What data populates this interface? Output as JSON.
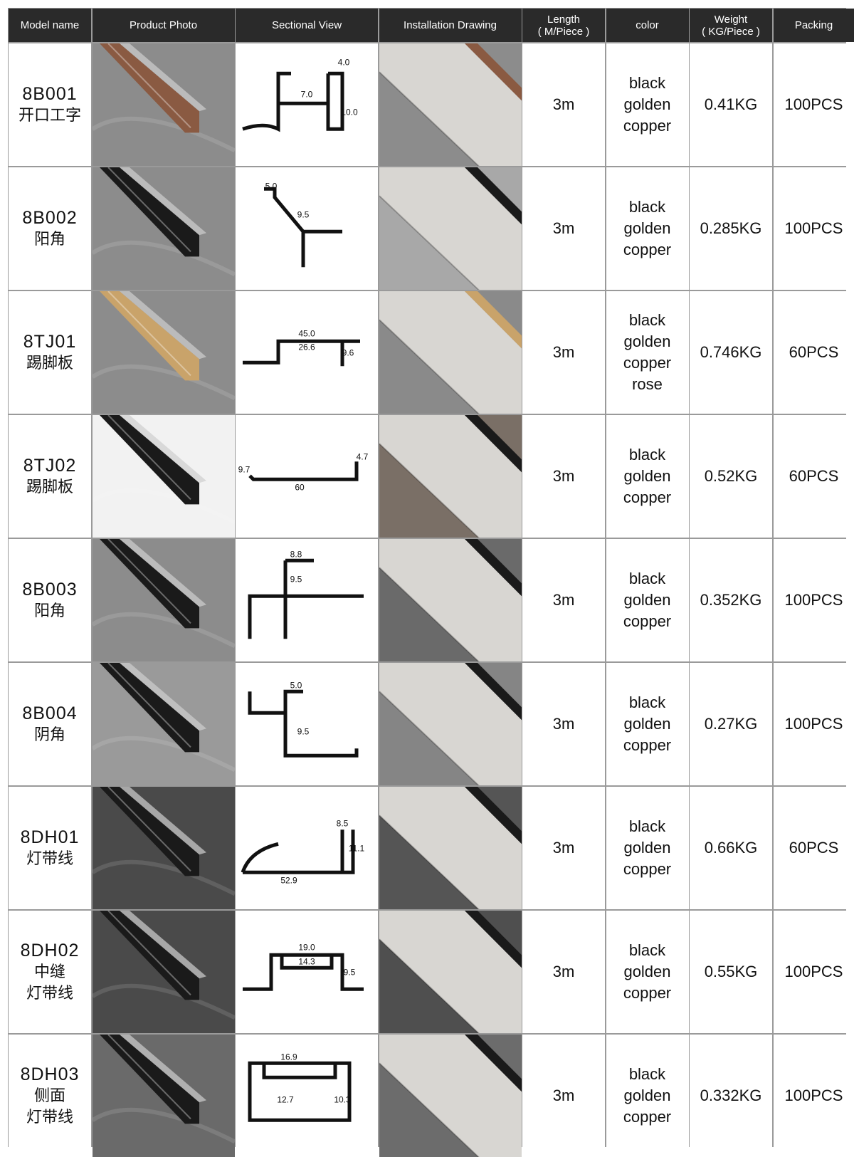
{
  "header": {
    "model_name": "Model name",
    "product_photo": "Product Photo",
    "sectional_view": "Sectional View",
    "installation_drawing": "Installation Drawing",
    "length": "Length\n( M/Piece )",
    "color": "color",
    "weight": "Weight\n( KG/Piece )",
    "packing": "Packing"
  },
  "rows": [
    {
      "code": "8B001",
      "cn": [
        "开口工字"
      ],
      "length": "3m",
      "colors": [
        "black",
        "golden",
        "copper"
      ],
      "weight": "0.41KG",
      "packing": "100PCS",
      "dims": [
        "4.0",
        "7.0",
        "10.0"
      ]
    },
    {
      "code": "8B002",
      "cn": [
        "阳角"
      ],
      "length": "3m",
      "colors": [
        "black",
        "golden",
        "copper"
      ],
      "weight": "0.285KG",
      "packing": "100PCS",
      "dims": [
        "5.0",
        "9.5"
      ]
    },
    {
      "code": "8TJ01",
      "cn": [
        "踢脚板"
      ],
      "length": "3m",
      "colors": [
        "black",
        "golden",
        "copper",
        "rose"
      ],
      "weight": "0.746KG",
      "packing": "60PCS",
      "dims": [
        "45.0",
        "26.6",
        "9.6"
      ]
    },
    {
      "code": "8TJ02",
      "cn": [
        "踢脚板"
      ],
      "length": "3m",
      "colors": [
        "black",
        "golden",
        "copper"
      ],
      "weight": "0.52KG",
      "packing": "60PCS",
      "dims": [
        "9.7",
        "60",
        "4.7"
      ]
    },
    {
      "code": "8B003",
      "cn": [
        "阳角"
      ],
      "length": "3m",
      "colors": [
        "black",
        "golden",
        "copper"
      ],
      "weight": "0.352KG",
      "packing": "100PCS",
      "dims": [
        "8.8",
        "9.5"
      ]
    },
    {
      "code": "8B004",
      "cn": [
        "阴角"
      ],
      "length": "3m",
      "colors": [
        "black",
        "golden",
        "copper"
      ],
      "weight": "0.27KG",
      "packing": "100PCS",
      "dims": [
        "5.0",
        "9.5"
      ]
    },
    {
      "code": "8DH01",
      "cn": [
        "灯带线"
      ],
      "length": "3m",
      "colors": [
        "black",
        "golden",
        "copper"
      ],
      "weight": "0.66KG",
      "packing": "60PCS",
      "dims": [
        "8.5",
        "11.1",
        "52.9"
      ]
    },
    {
      "code": "8DH02",
      "cn": [
        "中缝",
        "灯带线"
      ],
      "length": "3m",
      "colors": [
        "black",
        "golden",
        "copper"
      ],
      "weight": "0.55KG",
      "packing": "100PCS",
      "dims": [
        "19.0",
        "14.3",
        "9.5"
      ]
    },
    {
      "code": "8DH03",
      "cn": [
        "侧面",
        "灯带线"
      ],
      "length": "3m",
      "colors": [
        "black",
        "golden",
        "copper"
      ],
      "weight": "0.332KG",
      "packing": "100PCS",
      "dims": [
        "16.9",
        "12.7",
        "10.3"
      ]
    }
  ],
  "colors": {
    "header_bg": "#2a2a2a",
    "grid_line": "#9a9a9a",
    "profile_black": "#1a1a1a",
    "profile_gold": "#c9a36a",
    "profile_copper": "#8a5a42",
    "floor_grey": "#8c8c8c",
    "marble_dark": "#4a4a4a",
    "panel_light": "#d8d6d2"
  }
}
